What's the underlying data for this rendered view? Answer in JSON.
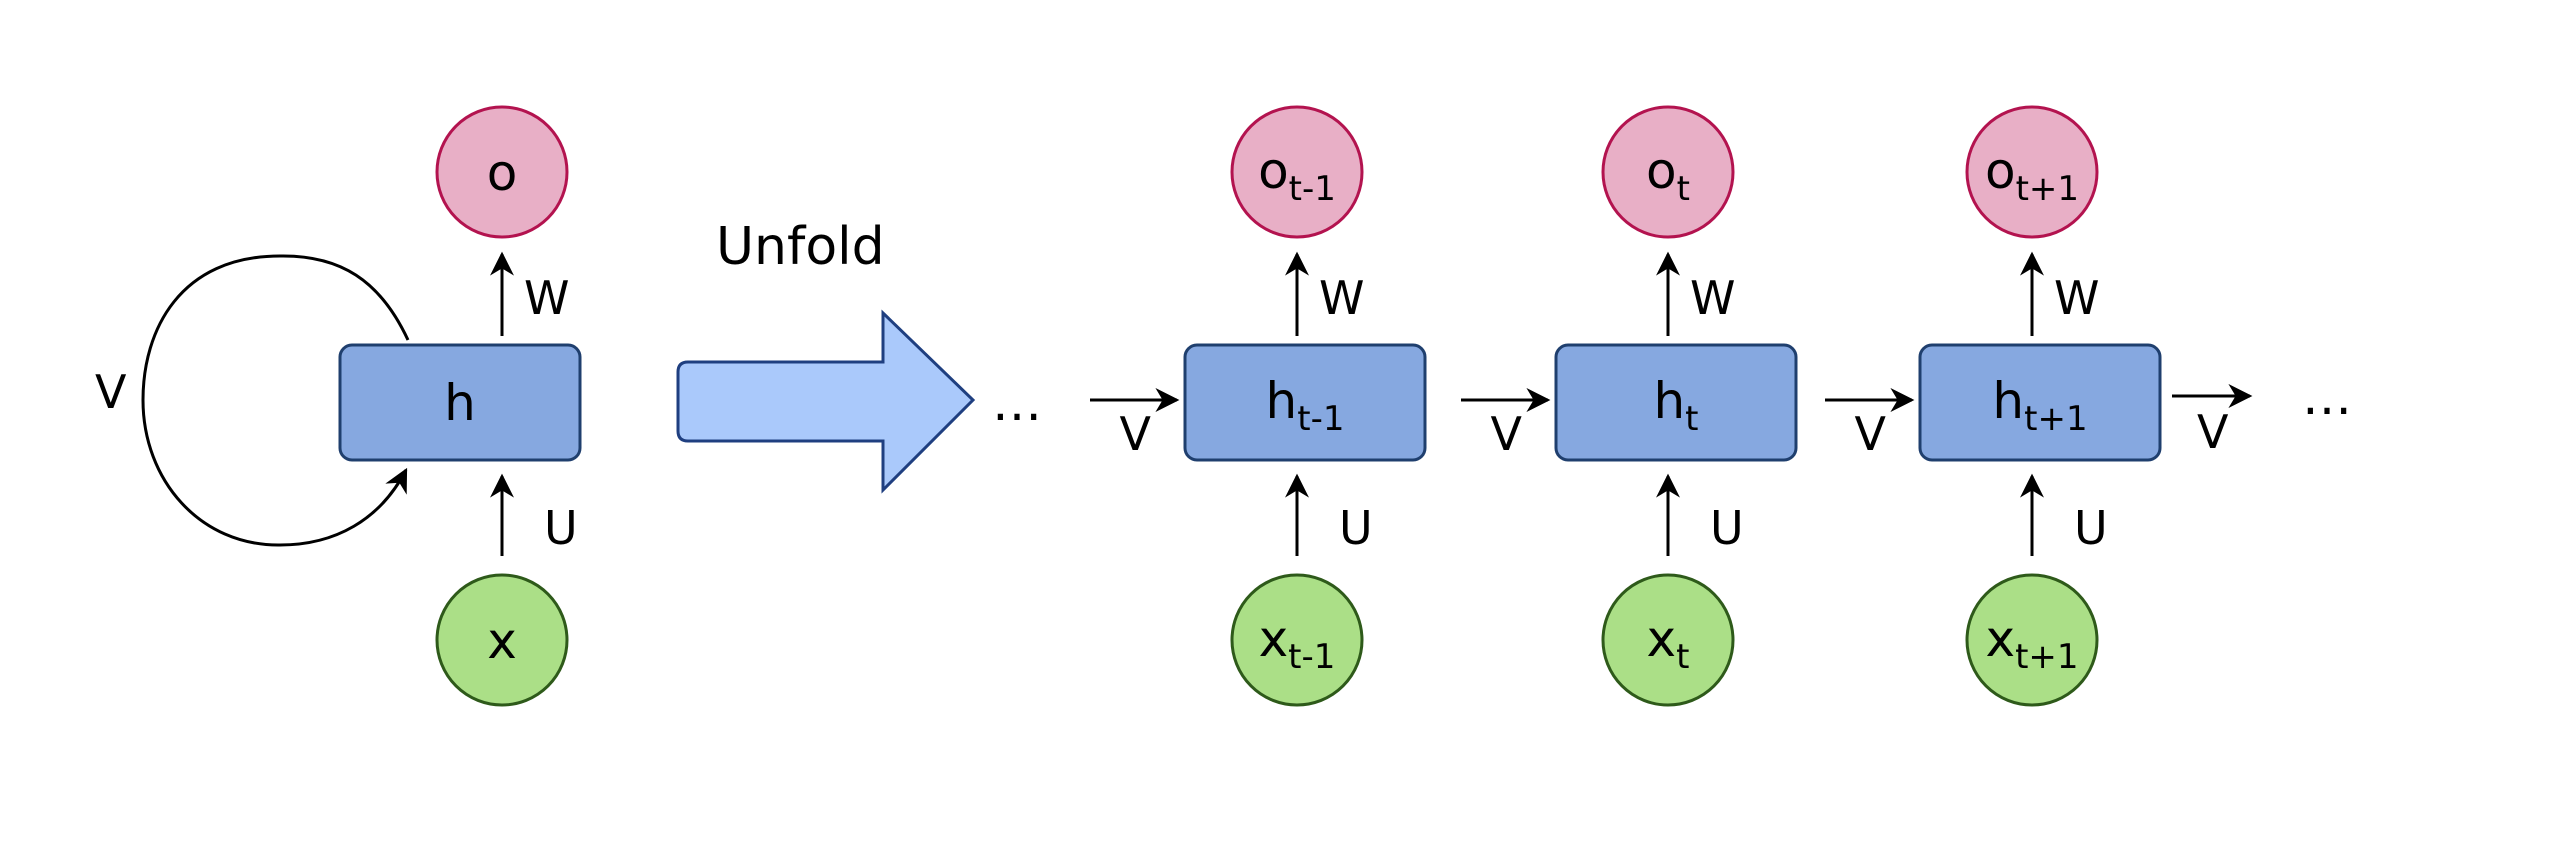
{
  "diagram": {
    "folded": {
      "hidden": "h",
      "output": "o",
      "input": "x",
      "weights": {
        "recurrent": "V",
        "output": "W",
        "input": "U"
      }
    },
    "unfold_label": "Unfold",
    "ellipsis": "…",
    "steps": [
      {
        "hidden": "h",
        "output": "o",
        "input": "x",
        "subscript": "t-1",
        "w": "W",
        "u": "U",
        "v_in": "V"
      },
      {
        "hidden": "h",
        "output": "o",
        "input": "x",
        "subscript": "t",
        "w": "W",
        "u": "U",
        "v_in": "V"
      },
      {
        "hidden": "h",
        "output": "o",
        "input": "x",
        "subscript": "t+1",
        "w": "W",
        "u": "U",
        "v_in": "V",
        "v_out": "V"
      }
    ],
    "colors": {
      "hidden_fill": "#86a8e0",
      "output_fill": "#e8afc6",
      "input_fill": "#abdf87",
      "arrow_fill": "#aac9fb"
    }
  }
}
